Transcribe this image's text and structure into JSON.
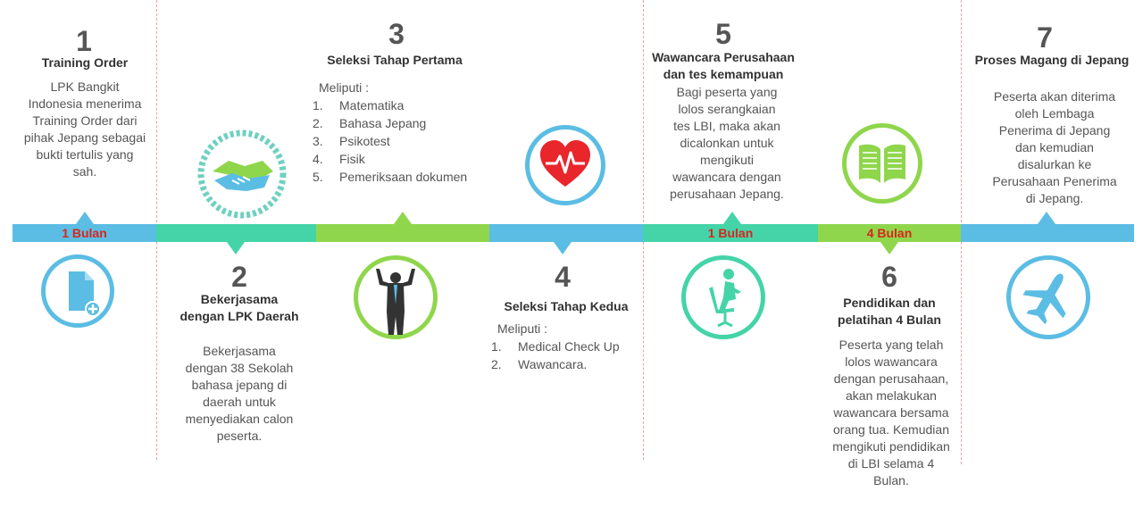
{
  "colors": {
    "blue": "#5bbde4",
    "teal": "#44d4a8",
    "green": "#8fd64c",
    "duration_text": "#d9261c",
    "guide_line": "#f0a0a0"
  },
  "timeline": {
    "durations": [
      "1 Bulan",
      "1 Bulan",
      "4 Bulan"
    ]
  },
  "steps": [
    {
      "number": "1",
      "title": "Training Order",
      "description": [
        "LPK Bangkit",
        "Indonesia menerima",
        "Training Order dari",
        "pihak Jepang sebagai",
        "bukti tertulis yang",
        "sah."
      ],
      "icon": "document-add-icon"
    },
    {
      "number": "2",
      "title": [
        "Bekerjasama",
        "dengan LPK Daerah"
      ],
      "description": [
        "Bekerjasama",
        "dengan 38 Sekolah",
        "bahasa jepang di",
        "daerah untuk",
        "menyediakan calon",
        "peserta."
      ],
      "icon": "handshake-icon"
    },
    {
      "number": "3",
      "title": "Seleksi Tahap Pertama",
      "intro": "Meliputi :",
      "items": [
        {
          "n": "1.",
          "text": "Matematika"
        },
        {
          "n": "2.",
          "text": "Bahasa Jepang"
        },
        {
          "n": "3.",
          "text": "Psikotest"
        },
        {
          "n": "4.",
          "text": "Fisik"
        },
        {
          "n": "5.",
          "text": "Pemeriksaan dokumen"
        }
      ],
      "icon": "strong-man-icon"
    },
    {
      "number": "4",
      "title": "Seleksi Tahap Kedua",
      "intro": "Meliputi :",
      "items": [
        {
          "n": "1.",
          "text": "Medical Check Up"
        },
        {
          "n": "2.",
          "text": "Wawancara."
        }
      ],
      "icon": "heartbeat-icon"
    },
    {
      "number": "5",
      "title": [
        "Wawancara Perusahaan",
        "dan tes kemampuan"
      ],
      "description": [
        "Bagi peserta yang",
        "lolos serangkaian",
        "tes LBI, maka akan",
        "dicalonkan untuk",
        "mengikuti",
        "wawancara dengan",
        "perusahaan Jepang."
      ],
      "icon": "interview-chair-icon"
    },
    {
      "number": "6",
      "title": [
        "Pendidikan dan",
        "pelatihan 4 Bulan"
      ],
      "description": [
        "Peserta yang telah",
        "lolos wawancara",
        "dengan perusahaan,",
        "akan melakukan",
        "wawancara bersama",
        "orang tua. Kemudian",
        "mengikuti pendidikan",
        "di LBI selama 4",
        "Bulan."
      ],
      "icon": "book-icon"
    },
    {
      "number": "7",
      "title": "Proses Magang di Jepang",
      "description": [
        "Peserta akan diterima",
        "oleh Lembaga",
        "Penerima di Jepang",
        "dan kemudian",
        "disalurkan ke",
        "Perusahaan Penerima",
        "di Jepang."
      ],
      "icon": "airplane-icon"
    }
  ]
}
